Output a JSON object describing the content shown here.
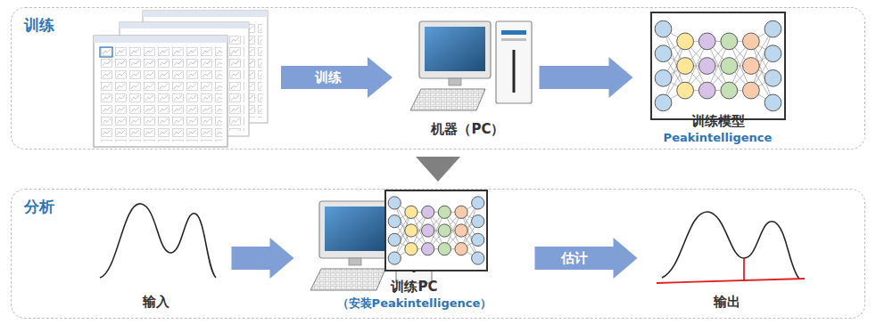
{
  "diagram": {
    "nodes": [
      {
        "text": [
          "训练"
        ]
      },
      {
        "text": [
          "机器（PC）"
        ],
        "in": 0
      },
      {
        "text": [
          "训练模型",
          "Peakintelligence"
        ],
        "in": 0
      },
      {
        "text": [
          "分析"
        ]
      },
      {
        "text": [
          "输入"
        ],
        "in": 3
      },
      {
        "text": [
          "训练PC",
          "（安装Peakintelligence）"
        ],
        "in": 3
      },
      {
        "text": [
          "输出"
        ],
        "in": 3
      }
    ],
    "edges": [
      {
        "from": 1,
        "to": 2,
        "arrow": "to"
      },
      {
        "from": 4,
        "to": 5,
        "arrow": "to"
      },
      {
        "from": 5,
        "to": 6,
        "label": "估计",
        "arrow": "to"
      },
      {
        "from": 0,
        "to": 3,
        "arrow": "to"
      }
    ],
    "labels": [
      "训练"
    ]
  }
}
